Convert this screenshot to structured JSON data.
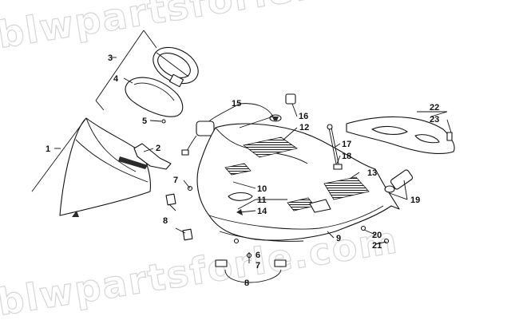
{
  "watermark": {
    "text_top": "blwpartsforle.com",
    "text_bottom": "blwpartsforle.com"
  },
  "callouts": [
    {
      "id": "c1",
      "label": "1"
    },
    {
      "id": "c2",
      "label": "2"
    },
    {
      "id": "c3",
      "label": "3"
    },
    {
      "id": "c4",
      "label": "4"
    },
    {
      "id": "c5",
      "label": "5"
    },
    {
      "id": "c6",
      "label": "6"
    },
    {
      "id": "c7a",
      "label": "7"
    },
    {
      "id": "c7b",
      "label": "7"
    },
    {
      "id": "c8a",
      "label": "8"
    },
    {
      "id": "c8b",
      "label": "8"
    },
    {
      "id": "c9",
      "label": "9"
    },
    {
      "id": "c10",
      "label": "10"
    },
    {
      "id": "c11",
      "label": "11"
    },
    {
      "id": "c12",
      "label": "12"
    },
    {
      "id": "c13",
      "label": "13"
    },
    {
      "id": "c14",
      "label": "14"
    },
    {
      "id": "c15",
      "label": "15"
    },
    {
      "id": "c16",
      "label": "16"
    },
    {
      "id": "c17",
      "label": "17"
    },
    {
      "id": "c18",
      "label": "18"
    },
    {
      "id": "c19",
      "label": "19"
    },
    {
      "id": "c20",
      "label": "20"
    },
    {
      "id": "c21",
      "label": "21"
    },
    {
      "id": "c22",
      "label": "22"
    },
    {
      "id": "c23",
      "label": "23"
    }
  ]
}
